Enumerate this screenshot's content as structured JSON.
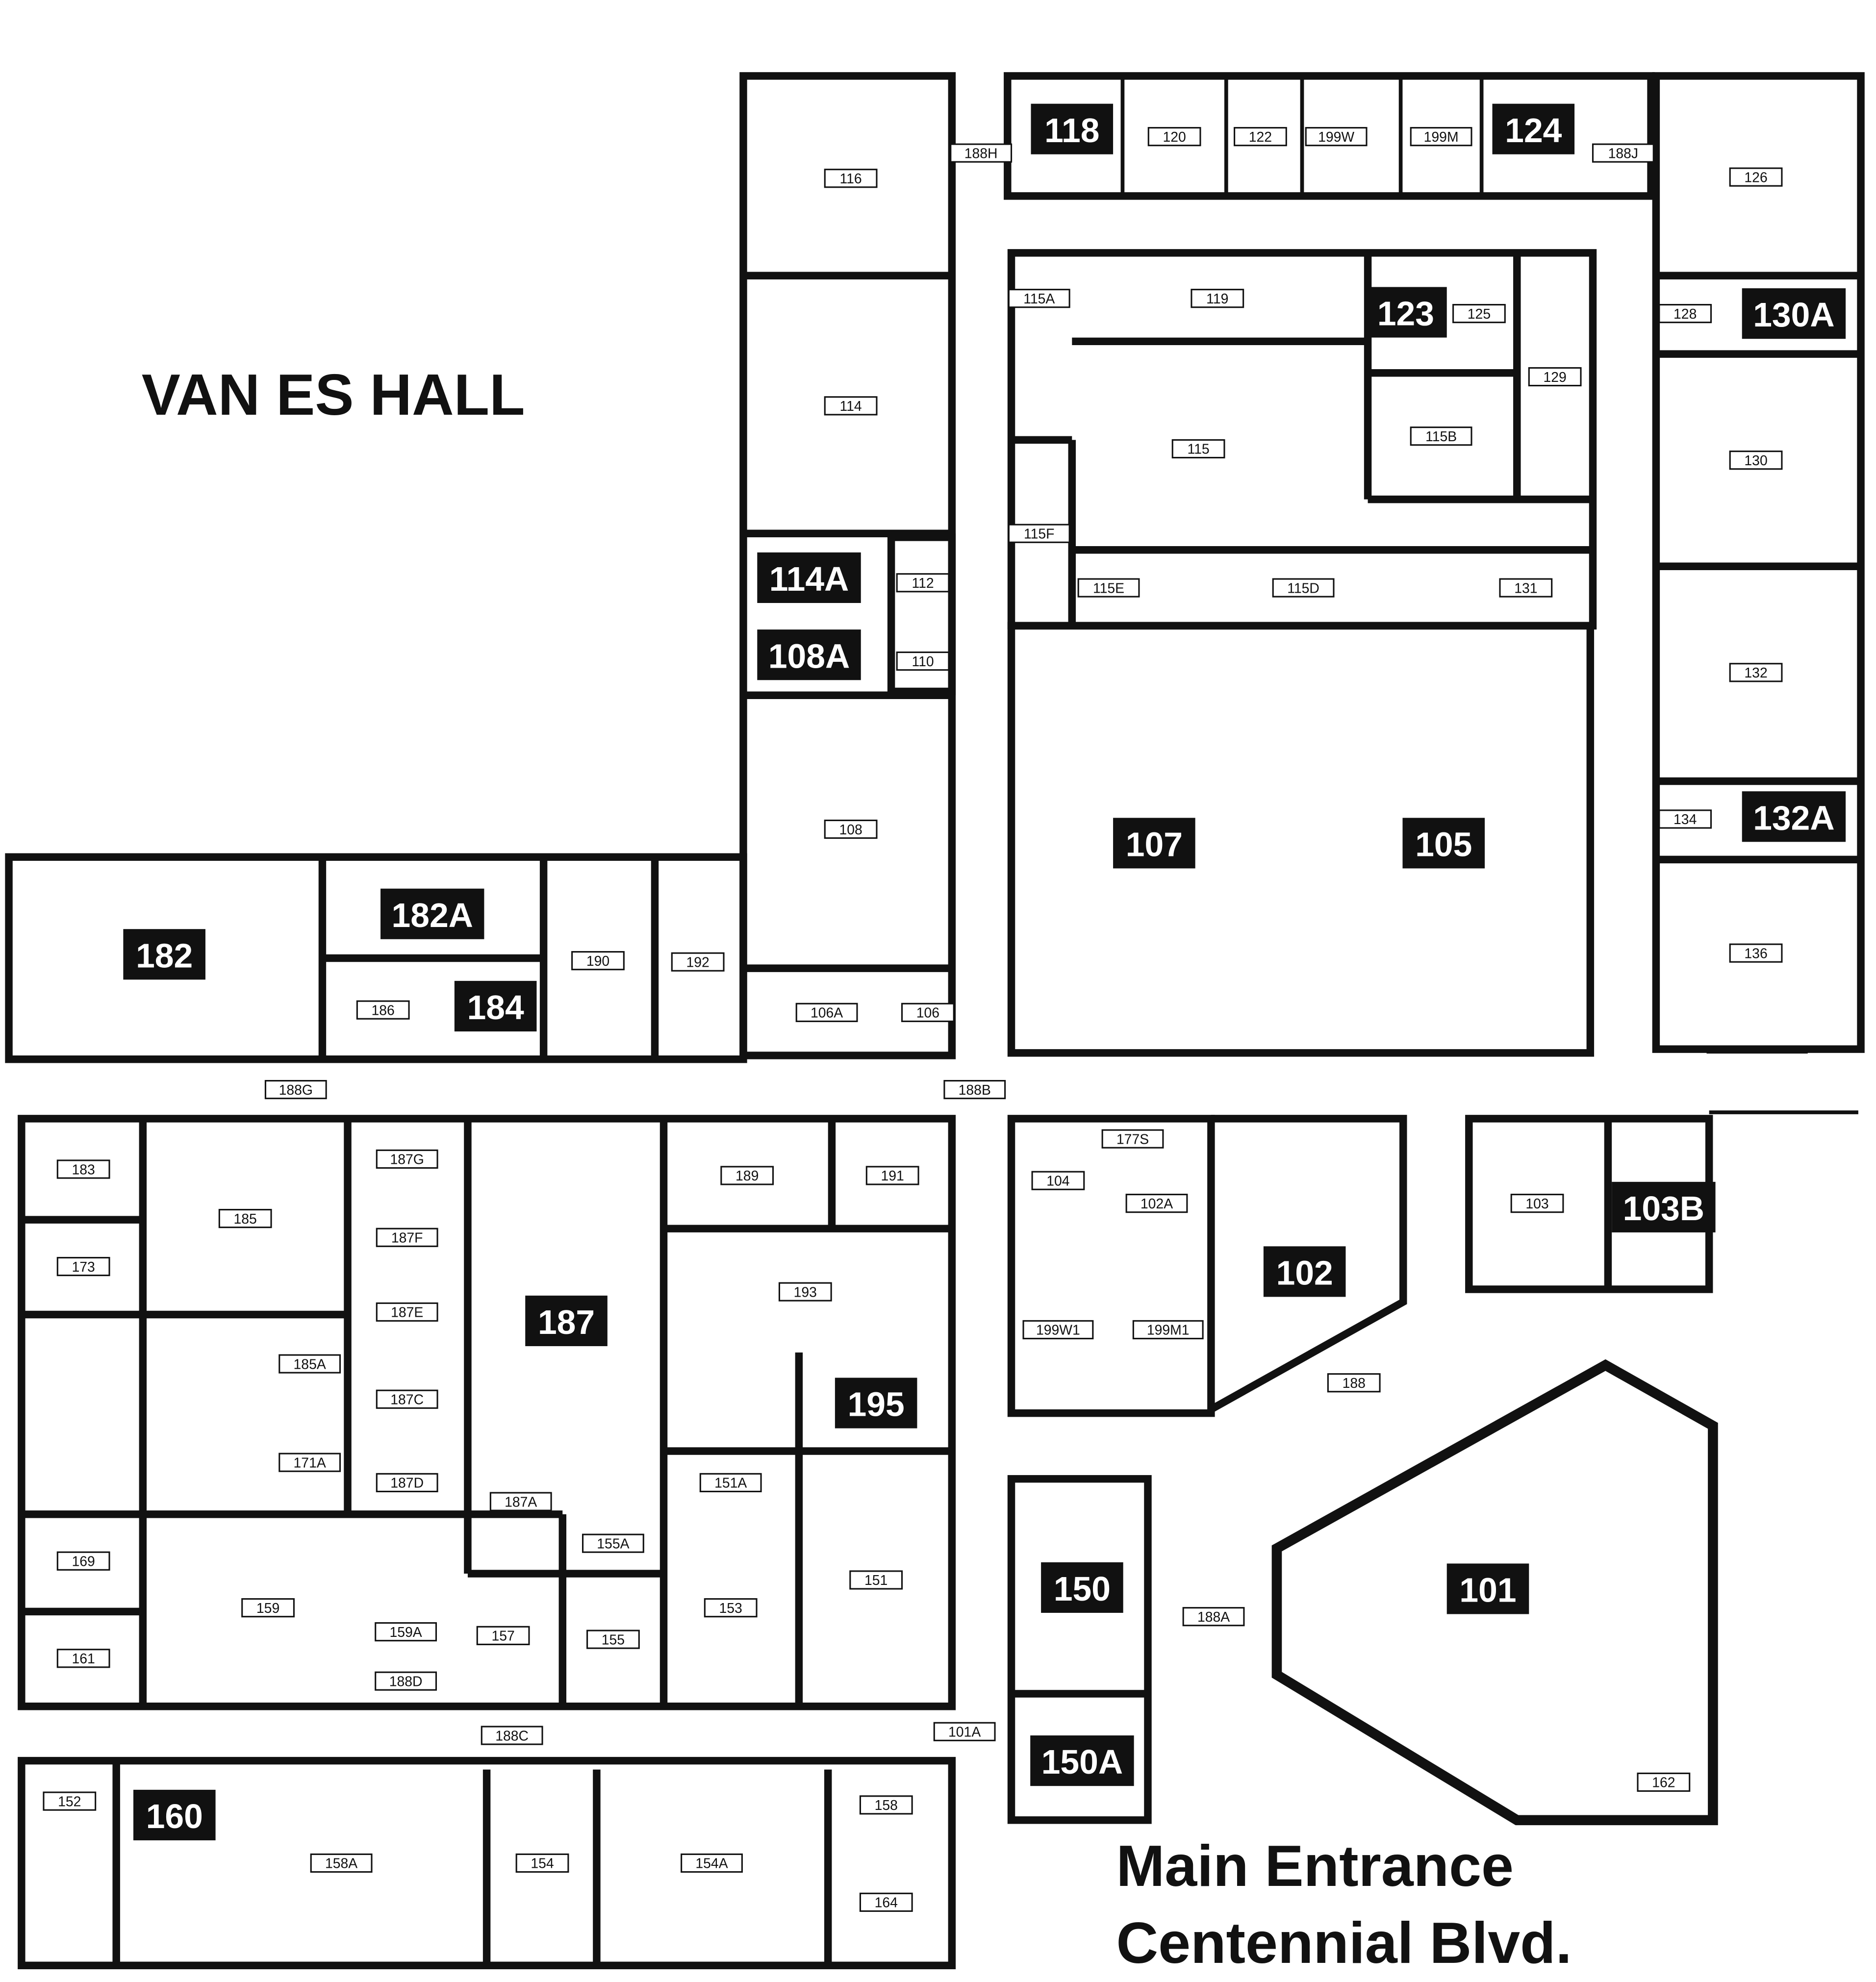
{
  "building_title": "VAN ES HALL",
  "entrance_line1": "Main Entrance",
  "entrance_line2": "Centennial Blvd.",
  "rooms_major": [
    "118",
    "124",
    "123",
    "130A",
    "114A",
    "108A",
    "107",
    "105",
    "132A",
    "182",
    "182A",
    "184",
    "187",
    "195",
    "102",
    "103B",
    "150",
    "101",
    "150A",
    "160"
  ],
  "rooms_minor": [
    "116",
    "120",
    "122",
    "199W",
    "199M",
    "188H",
    "188J",
    "126",
    "115A",
    "119",
    "125",
    "128",
    "114",
    "129",
    "115B",
    "115",
    "130",
    "115F",
    "112",
    "115E",
    "115D",
    "131",
    "110",
    "132",
    "108",
    "134",
    "136",
    "190",
    "192",
    "186",
    "106A",
    "106",
    "188G",
    "188B",
    "177S",
    "183",
    "185",
    "187G",
    "189",
    "191",
    "104",
    "103",
    "102A",
    "173",
    "187F",
    "193",
    "187E",
    "199W1",
    "199M1",
    "185A",
    "188",
    "187C",
    "171A",
    "187D",
    "151A",
    "187A",
    "155A",
    "169",
    "151",
    "159",
    "153",
    "188A",
    "159A",
    "157",
    "155",
    "161",
    "188D",
    "188C",
    "101A",
    "162",
    "152",
    "158",
    "158A",
    "154",
    "154A",
    "164"
  ]
}
